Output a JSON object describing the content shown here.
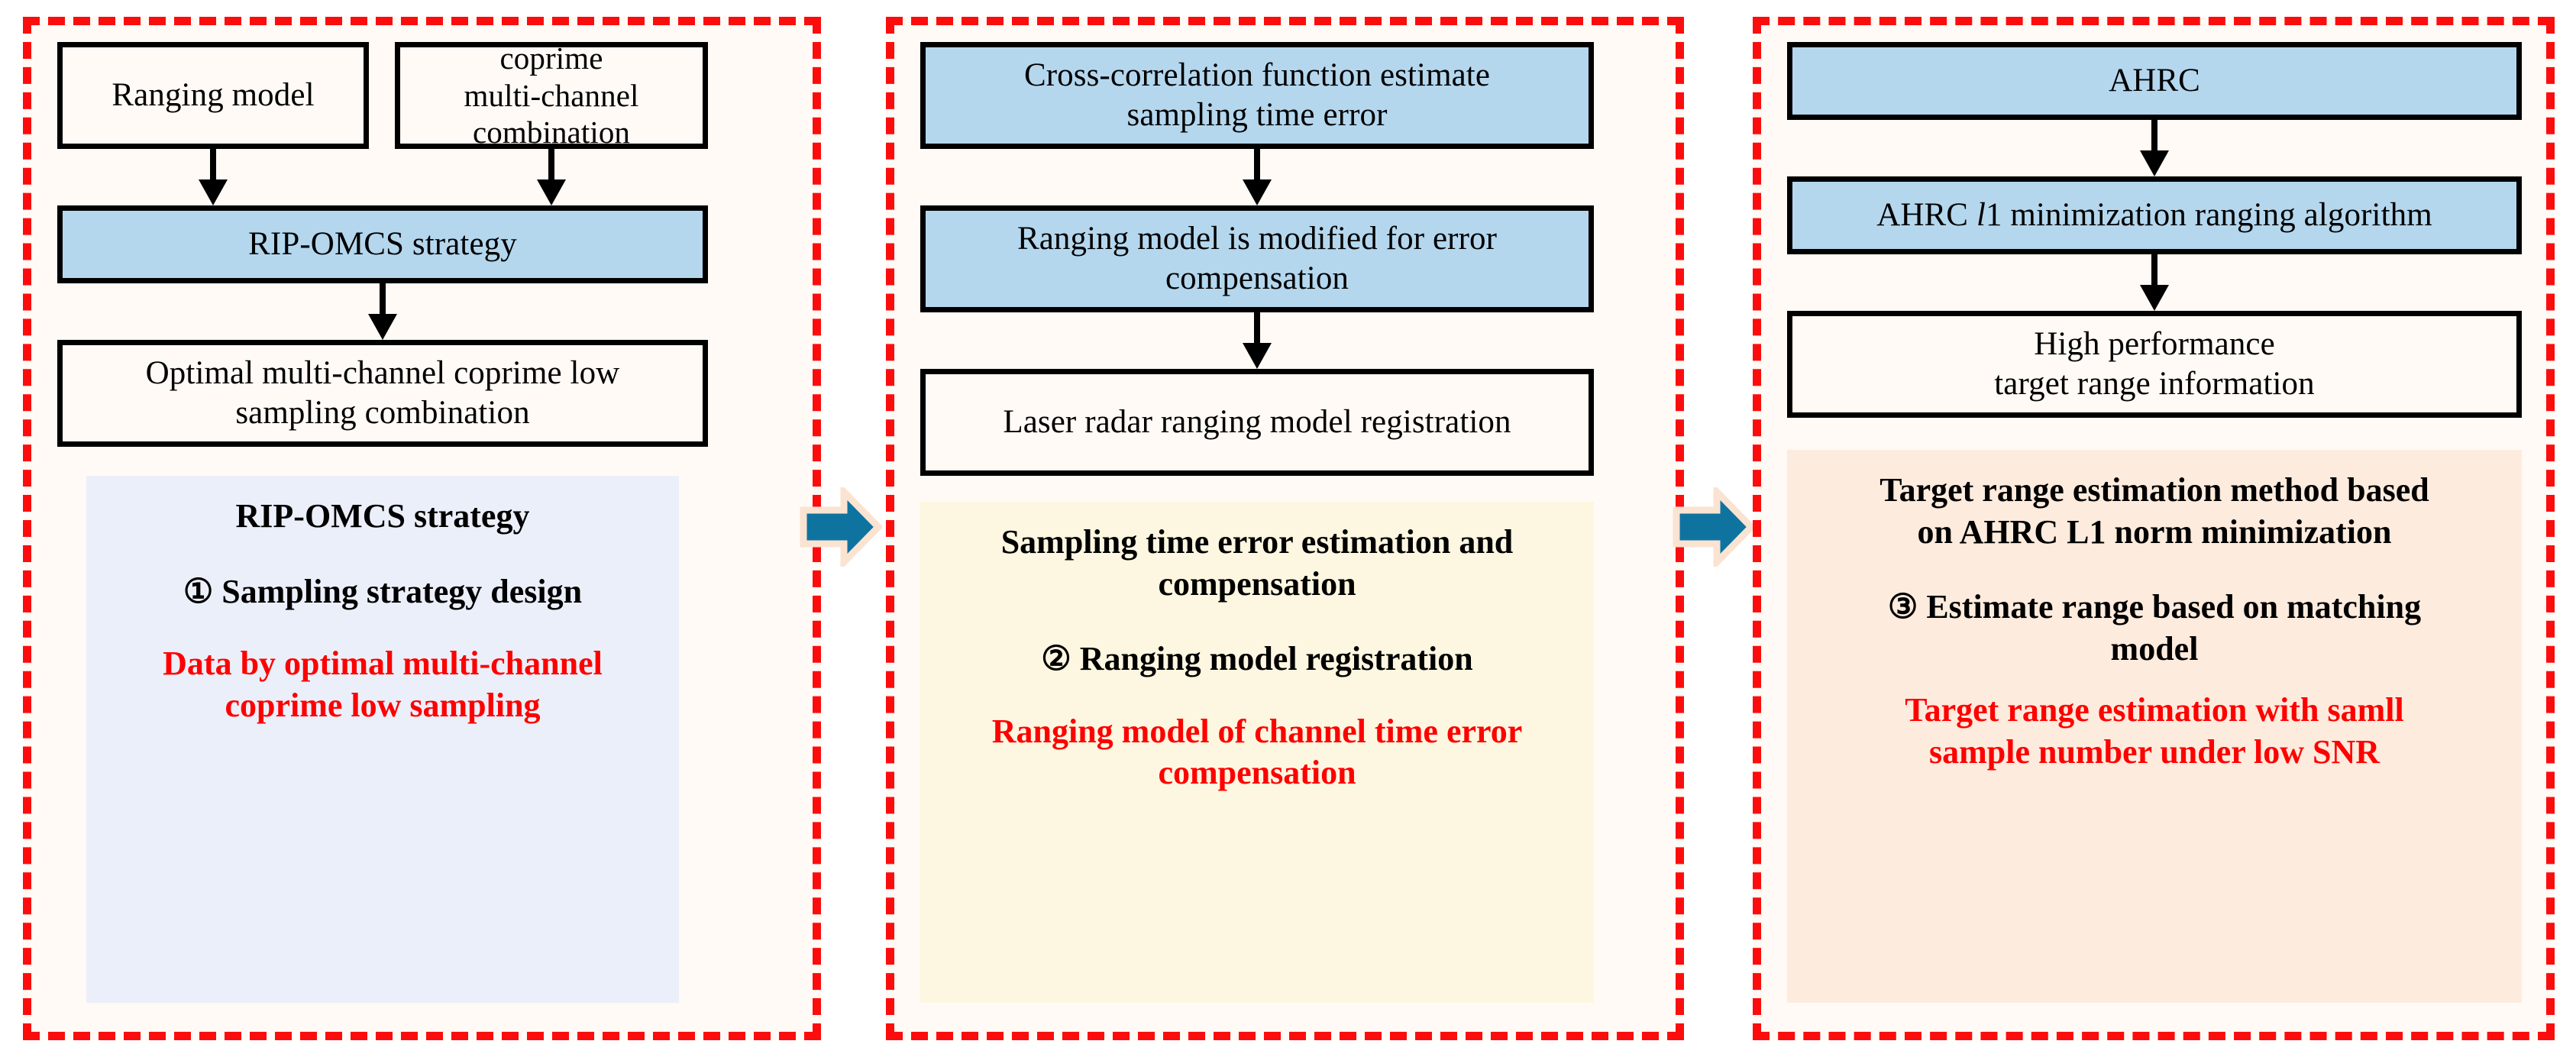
{
  "diagram": {
    "title": "Laser radar ranging method flowchart",
    "colors": {
      "panel_border": "#fc0d0d",
      "panel_background": "#fffaf5",
      "node_border": "#000000",
      "node_fill_plain": "#fffaf5",
      "node_fill_highlight": "#b4d7ee",
      "stage_arrow": "#0f73a0",
      "stage_arrow_outline": "#fbe3d2",
      "emphasis_text": "#ff0000",
      "summary_1_background": "#ebeff9",
      "summary_2_background": "#fdf6e0",
      "summary_3_background": "#fdebdd"
    },
    "stages": [
      {
        "id": "stage-1",
        "nodes": [
          {
            "id": "ranging-model",
            "label": "Ranging model",
            "highlight": false
          },
          {
            "id": "coprime-combination",
            "label": "coprime\nmulti-channel\ncombination",
            "highlight": false
          },
          {
            "id": "rip-omcs-strategy",
            "label": "RIP-OMCS strategy",
            "highlight": true
          },
          {
            "id": "optimal-combination",
            "label": "Optimal multi-channel coprime low\nsampling combination",
            "highlight": false
          }
        ],
        "summary": {
          "heading": "RIP-OMCS strategy",
          "step": "① Sampling strategy design",
          "emphasis": "Data by optimal multi-channel\ncoprime low sampling"
        }
      },
      {
        "id": "stage-2",
        "nodes": [
          {
            "id": "cross-correlation-estimate",
            "label": "Cross-correlation function estimate\nsampling time error",
            "highlight": true
          },
          {
            "id": "ranging-model-modified",
            "label": "Ranging model is modified for error\ncompensation",
            "highlight": true
          },
          {
            "id": "laser-radar-registration",
            "label": "Laser radar ranging model registration",
            "highlight": false
          }
        ],
        "summary": {
          "heading": "Sampling time error estimation and\ncompensation",
          "step": "② Ranging model registration",
          "emphasis": "Ranging model of channel time error\ncompensation"
        }
      },
      {
        "id": "stage-3",
        "nodes": [
          {
            "id": "ahrc",
            "label": "AHRC",
            "highlight": true
          },
          {
            "id": "ahrc-l1-algorithm",
            "label": "AHRC l1 minimization ranging algorithm",
            "label_prefix": "AHRC ",
            "label_italic": "l",
            "label_suffix": "1 minimization ranging algorithm",
            "highlight": true
          },
          {
            "id": "target-range-information",
            "label": "High performance\ntarget range information",
            "highlight": false
          }
        ],
        "summary": {
          "heading": "Target range estimation method based\non AHRC L1 norm minimization",
          "step": "③ Estimate range based on matching\nmodel",
          "emphasis": "Target range estimation with samll\nsample number under low SNR"
        }
      }
    ],
    "stage_arrows": [
      {
        "id": "stage-arrow-1-2",
        "from": "stage-1",
        "to": "stage-2",
        "direction": "right"
      },
      {
        "id": "stage-arrow-2-3",
        "from": "stage-2",
        "to": "stage-3",
        "direction": "right"
      }
    ]
  }
}
